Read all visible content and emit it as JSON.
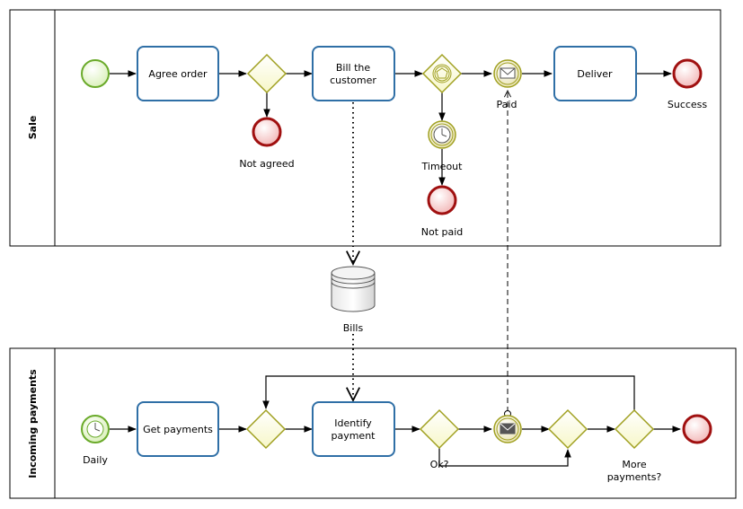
{
  "pools": {
    "sale": {
      "label": "Sale"
    },
    "incoming": {
      "label": "Incoming payments"
    }
  },
  "sale": {
    "agree_order": "Agree order",
    "bill_line1": "Bill the",
    "bill_line2": "customer",
    "deliver": "Deliver",
    "not_agreed": "Not agreed",
    "timeout": "Timeout",
    "not_paid": "Not paid",
    "paid": "Paid",
    "success": "Success"
  },
  "data_store": {
    "label": "Bills"
  },
  "incoming": {
    "daily": "Daily",
    "get_payments": "Get payments",
    "identify_line1": "Identify",
    "identify_line2": "payment",
    "ok": "Ok?",
    "more_line1": "More",
    "more_line2": "payments?"
  },
  "colors": {
    "task_border": "#2f6fa6",
    "gateway_border": "#a0a020",
    "start_border": "#6aaa2a",
    "end_border": "#a01010"
  }
}
